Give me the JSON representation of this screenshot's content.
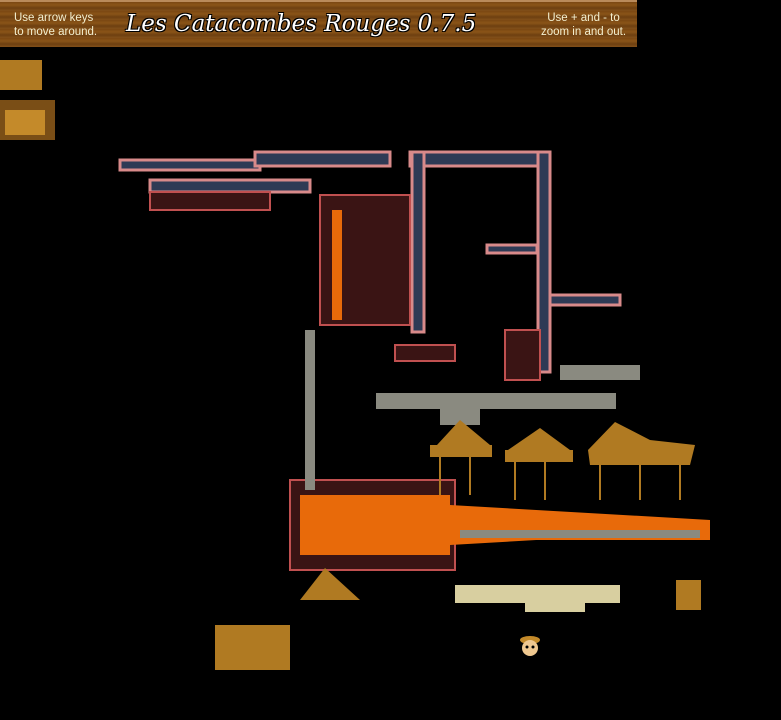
{
  "header": {
    "title": "Les Catacombes Rouges 0.7.5",
    "hint_left_line1": "Use arrow keys",
    "hint_left_line2": "to move around.",
    "hint_right_line1": "Use + and - to",
    "hint_right_line2": "zoom in and out."
  },
  "colors": {
    "corridor": "#2e3a55",
    "wall": "#d88a8a",
    "lava": "#e86a0a",
    "wood": "#b07a22",
    "stone": "#8a8a80",
    "sand": "#d8cfa0"
  }
}
